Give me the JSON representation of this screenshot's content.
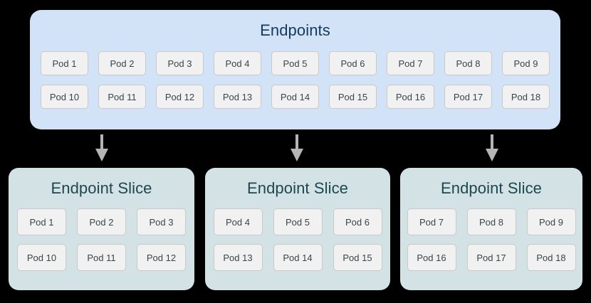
{
  "diagram": {
    "title_endpoints": "Endpoints",
    "slice_title": "Endpoint Slice",
    "colors": {
      "background": "#000000",
      "endpoints_fill": "#d2e3f7",
      "endpoints_title": "#143a5c",
      "slice_fill": "#d3e2e4",
      "slice_title": "#1d4750",
      "pod_fill": "#f1f1f1",
      "pod_border": "#c9c9c9",
      "pod_text": "#38454c",
      "arrow": "#b5b5b5"
    }
  },
  "endpoints": {
    "title": "Endpoints",
    "rows": [
      [
        "Pod 1",
        "Pod 2",
        "Pod 3",
        "Pod 4",
        "Pod 5",
        "Pod 6",
        "Pod 7",
        "Pod 8",
        "Pod 9"
      ],
      [
        "Pod 10",
        "Pod 11",
        "Pod 12",
        "Pod 13",
        "Pod 14",
        "Pod 15",
        "Pod 16",
        "Pod 17",
        "Pod 18"
      ]
    ]
  },
  "arrows": [
    {
      "name": "arrow-to-slice-1"
    },
    {
      "name": "arrow-to-slice-2"
    },
    {
      "name": "arrow-to-slice-3"
    }
  ],
  "slices": [
    {
      "title": "Endpoint Slice",
      "rows": [
        [
          "Pod 1",
          "Pod 2",
          "Pod 3"
        ],
        [
          "Pod 10",
          "Pod 11",
          "Pod 12"
        ]
      ]
    },
    {
      "title": "Endpoint Slice",
      "rows": [
        [
          "Pod 4",
          "Pod 5",
          "Pod 6"
        ],
        [
          "Pod 13",
          "Pod 14",
          "Pod 15"
        ]
      ]
    },
    {
      "title": "Endpoint Slice",
      "rows": [
        [
          "Pod 7",
          "Pod 8",
          "Pod 9"
        ],
        [
          "Pod 16",
          "Pod 17",
          "Pod 18"
        ]
      ]
    }
  ]
}
